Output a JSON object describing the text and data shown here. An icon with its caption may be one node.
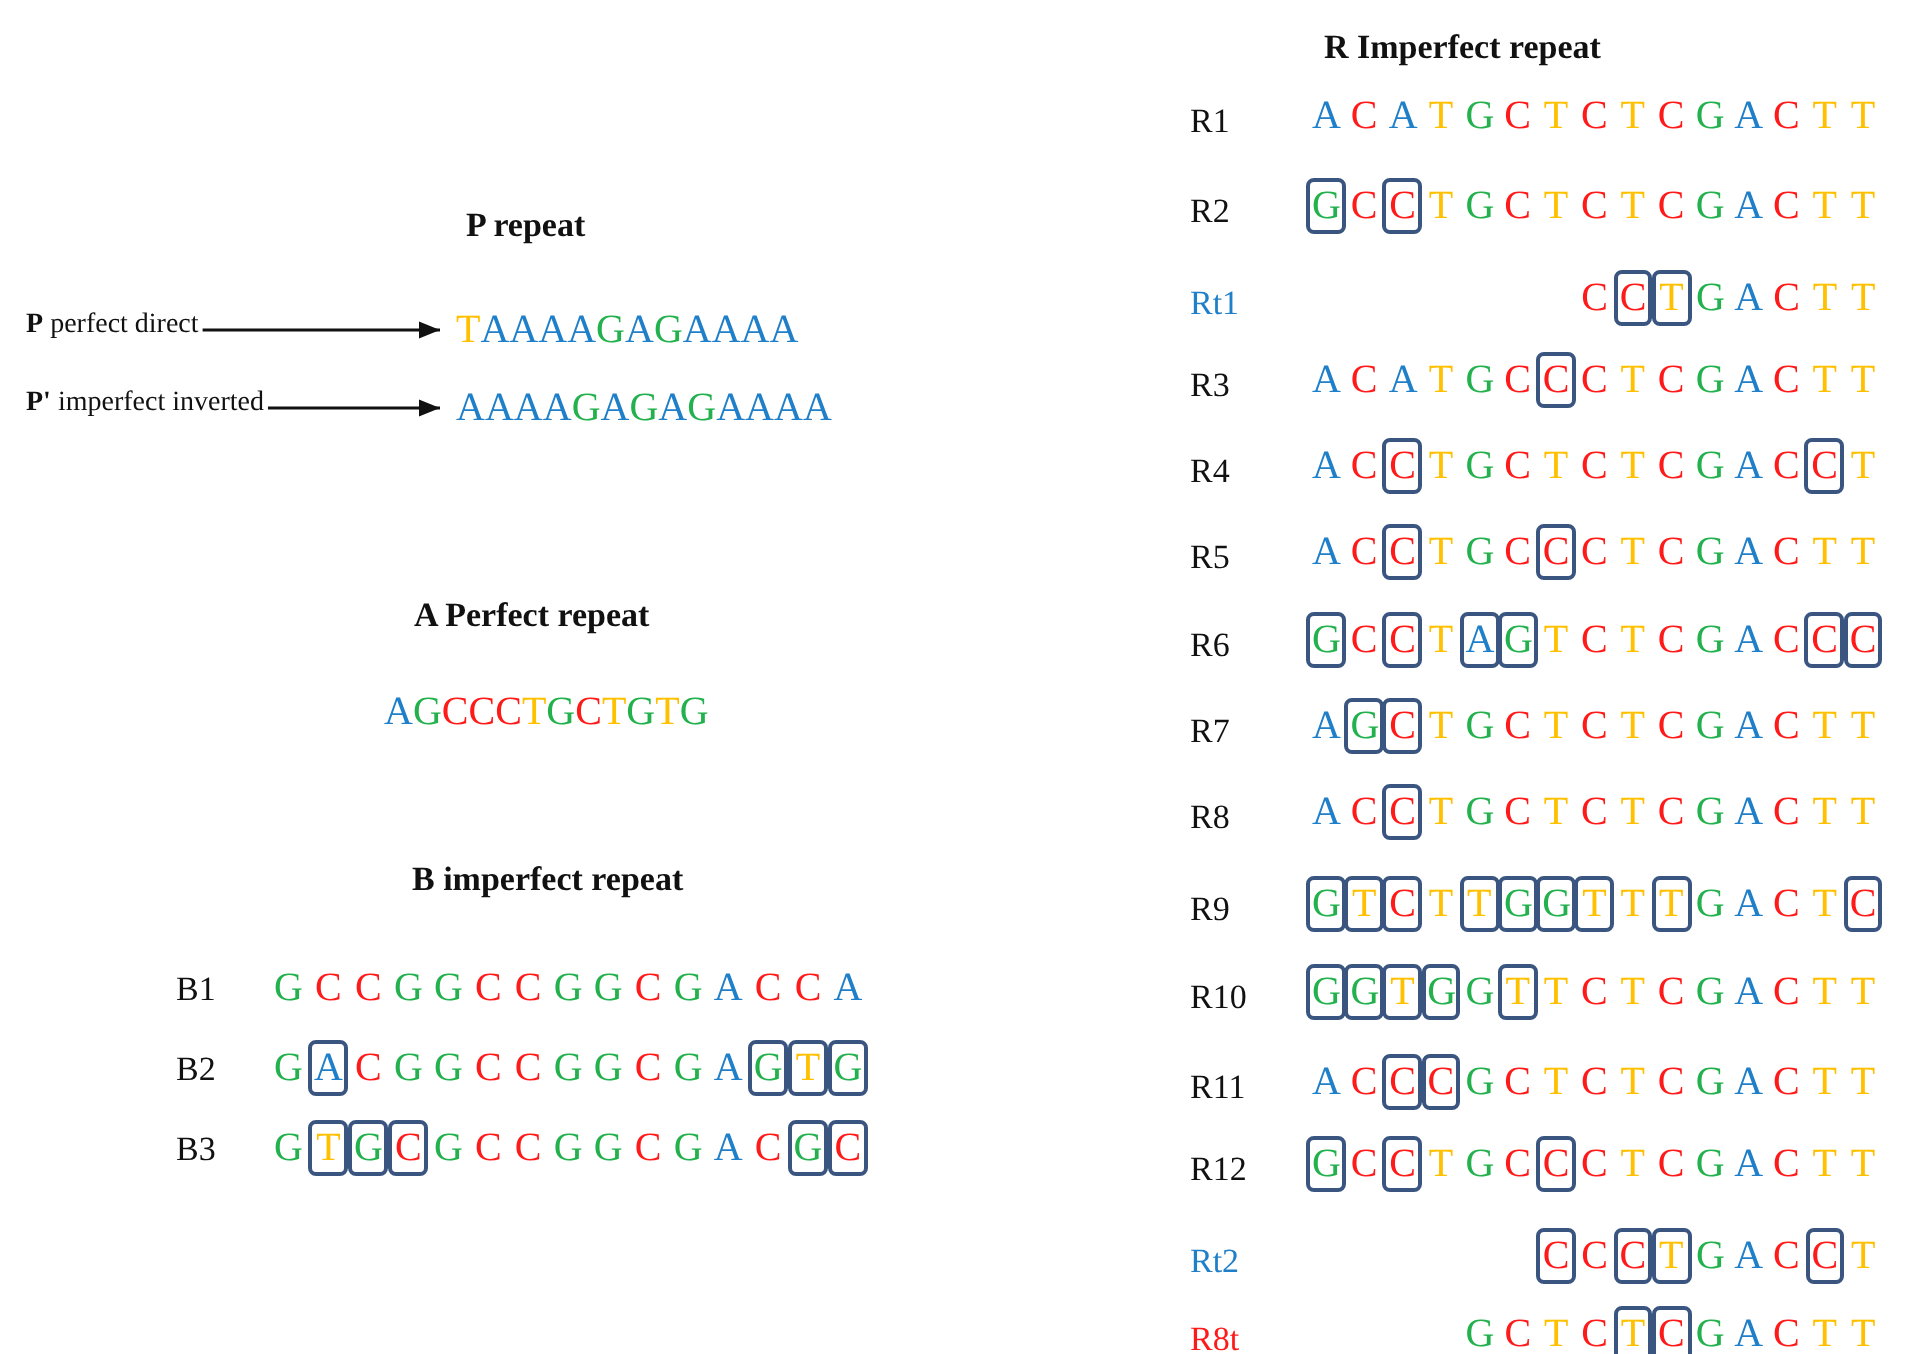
{
  "diagram": {
    "nodes": [
      {
        "text": [
          "**P** perfect direct"
        ]
      },
      {
        "text": [
          "TAAAAGAGAAAA"
        ]
      },
      {
        "text": [
          "**P'** imperfect inverted"
        ]
      },
      {
        "text": [
          "AAAAGAGAGAAAA"
        ]
      }
    ],
    "edges": [
      {
        "from": 0,
        "to": 1,
        "arrow": "to"
      },
      {
        "from": 2,
        "to": 3,
        "arrow": "to"
      }
    ],
    "labels": [
      "P repeat",
      "A Perfect repeat",
      "AGCCCTGCTGTG",
      "B imperfect repeat",
      "B1",
      "G C C G G C C G G C G A C C A",
      "B2",
      "G A C G G C C G G C G A G T G",
      "B3",
      "G T G C G C C G G C G A C G C",
      "R Imperfect repeat",
      "R1",
      "A C A T G C T C T C G A C T T",
      "R2",
      "G C C T G C T C T C G A C T T",
      "Rt1",
      "C C T G A C T T",
      "R3",
      "A C A T G C C C T C G A C T T",
      "R4",
      "A C C T G C T C T C G A C C T",
      "R5",
      "A C C T G C C C T C G A C T T",
      "R6",
      "G C C T A G T C T C G A C C C",
      "R7",
      "A G C T G C T C T C G A C T T",
      "R8",
      "A C C T G C T C T C G A C T T",
      "R9",
      "G T C T T G G T T T G A C T C",
      "R10",
      "G G T G G T T C T C G A C T T",
      "R11",
      "A C C C G C T C T C G A C T T",
      "R12",
      "G C C T G C C C T C G A C T T",
      "Rt2",
      "C C C T G A C C T",
      "R8t",
      "G C T C T C G A C T T"
    ]
  }
}
